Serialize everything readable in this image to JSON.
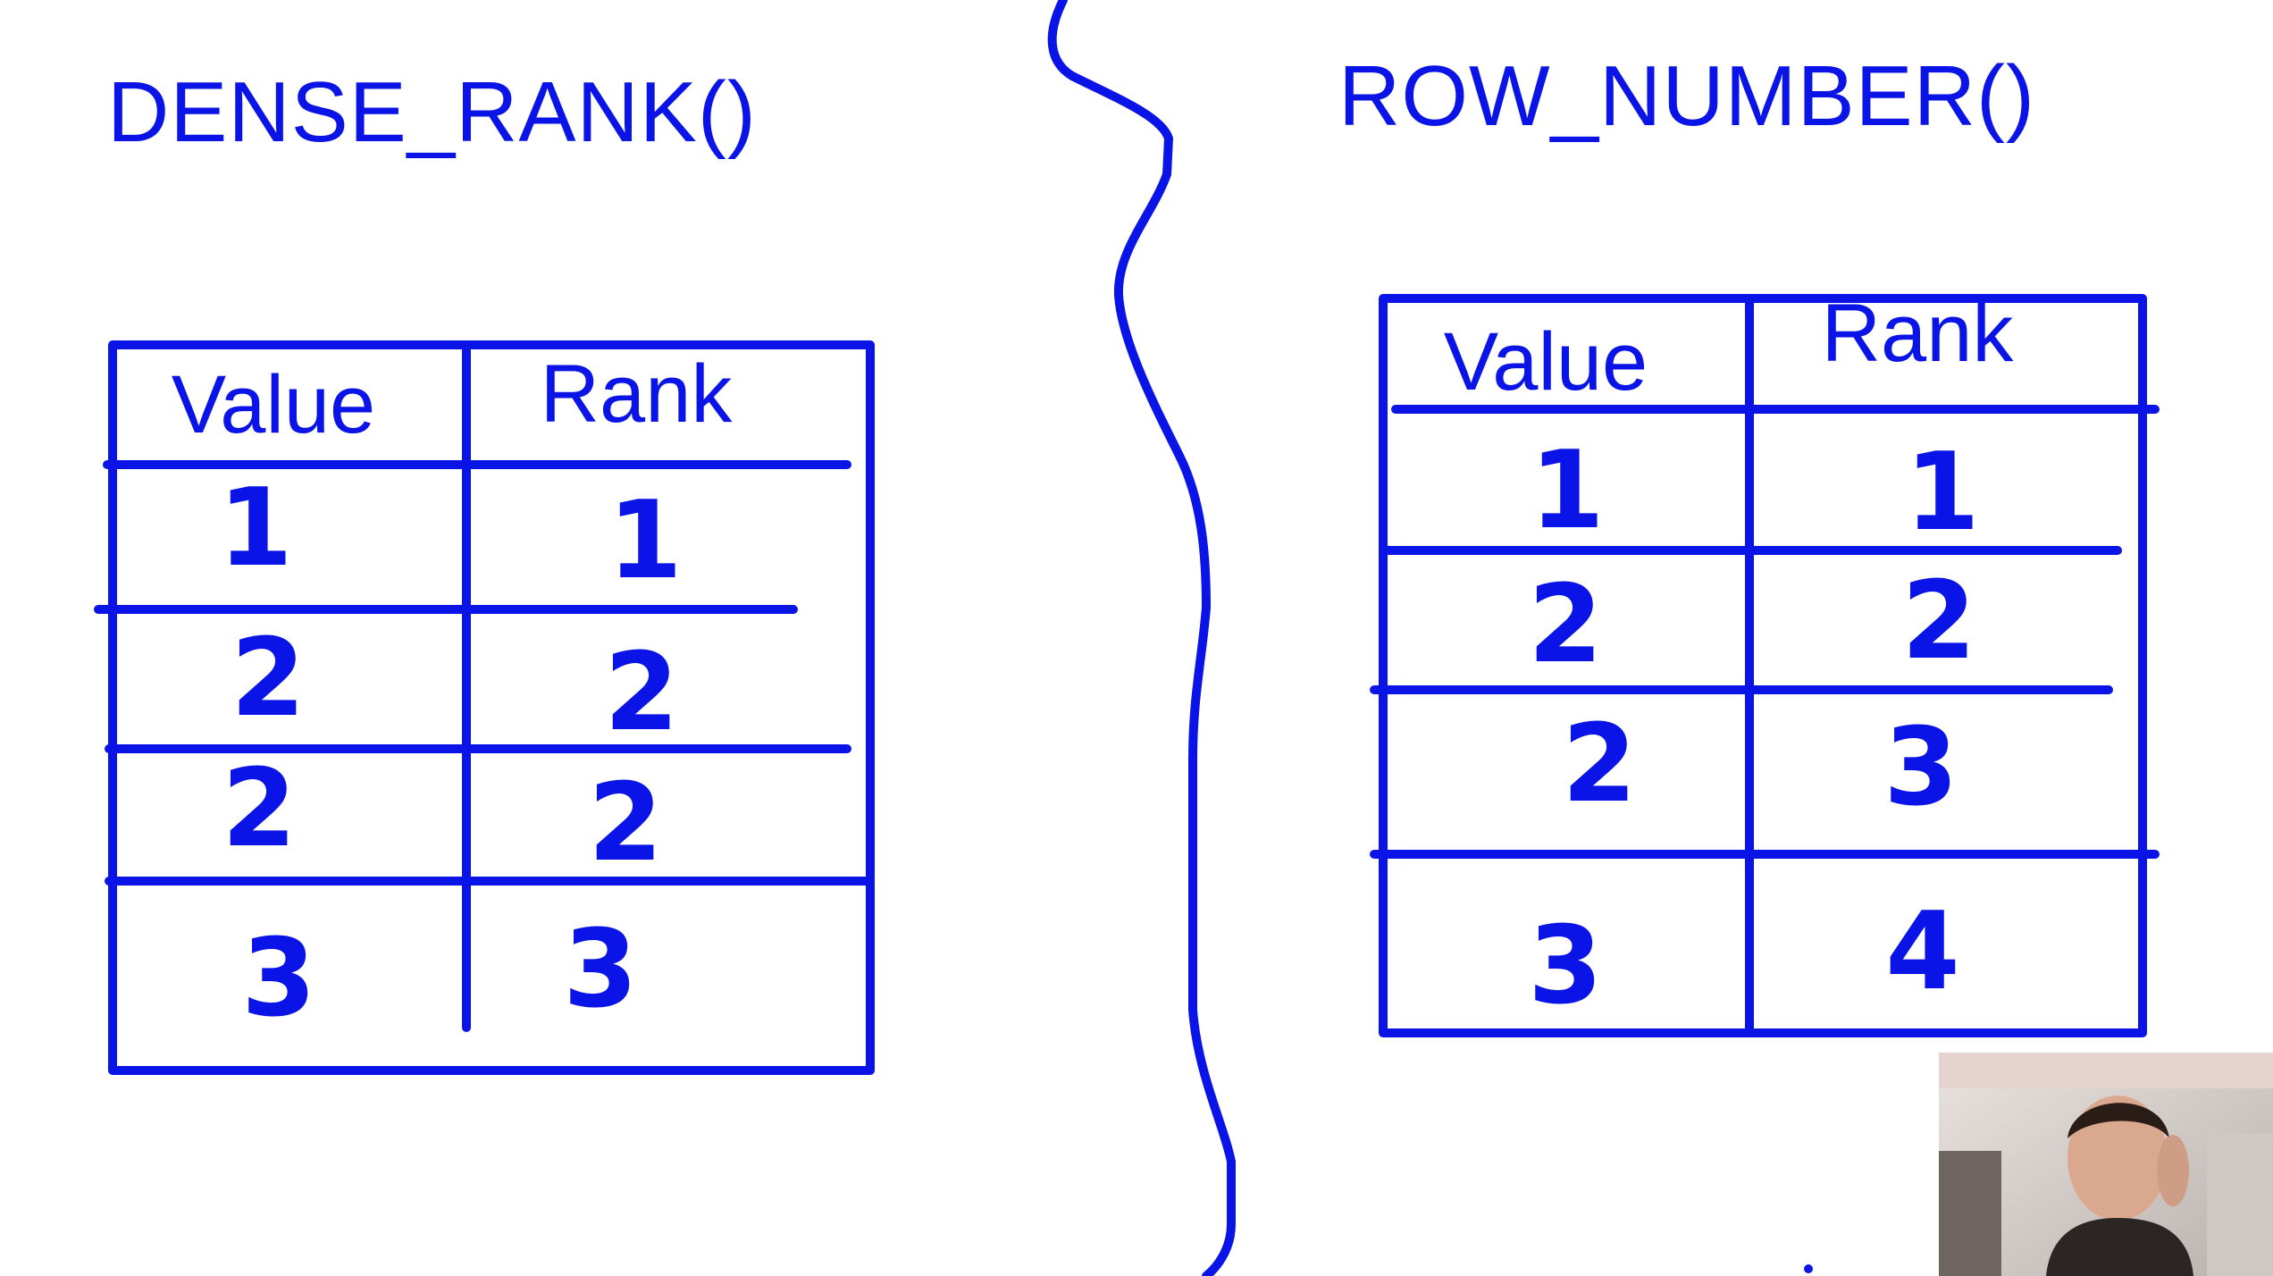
{
  "colors": {
    "ink": "#0a14e6",
    "background": "#ffffff"
  },
  "left_panel": {
    "title": "DENSE_RANK()",
    "headers": [
      "Value",
      "Rank"
    ],
    "rows": [
      {
        "value": "1",
        "rank": "1"
      },
      {
        "value": "2",
        "rank": "2"
      },
      {
        "value": "2",
        "rank": "2"
      },
      {
        "value": "3",
        "rank": "3"
      }
    ]
  },
  "right_panel": {
    "title": "ROW_NUMBER()",
    "headers": [
      "Value",
      "Rank"
    ],
    "rows": [
      {
        "value": "1",
        "rank": "1"
      },
      {
        "value": "2",
        "rank": "2"
      },
      {
        "value": "2",
        "rank": "3"
      },
      {
        "value": "3",
        "rank": "4"
      }
    ]
  },
  "webcam": {
    "icon": "person-webcam-icon"
  }
}
